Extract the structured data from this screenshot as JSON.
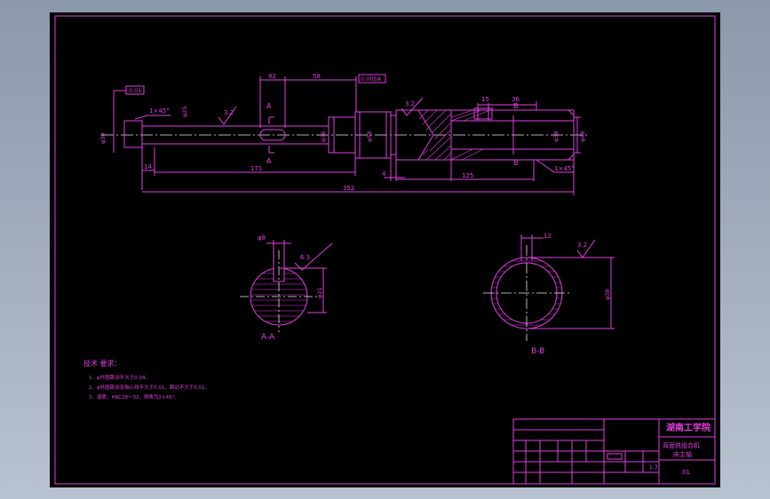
{
  "colors": {
    "background": "#8c98ab",
    "sheet": "#000000",
    "line": "#e040e0",
    "centerline": "#e8e8e8"
  },
  "shaft": {
    "dims": {
      "d_82": "82",
      "d_58": "58",
      "d_15": "15",
      "d_36": "36",
      "d_171": "171",
      "d_14": "14",
      "d_4": "4",
      "d_125": "125",
      "d_352": "352",
      "chamfer_left": "1×45°",
      "chamfer_right": "1×45°",
      "dia_left": "φ30",
      "dia_main": "φ25",
      "dia_36": "φ36",
      "dia_58": "φ58",
      "dia_38": "φ38",
      "dia_48": "φ48"
    },
    "tolerances": {
      "left_frame": "0.01",
      "top_frame": "0.005A"
    },
    "roughness": {
      "r1": "3.2",
      "r2": "3.2"
    },
    "section_marks": {
      "a_top": "A",
      "a_bottom": "A",
      "b_top": "B",
      "b_bottom": "B"
    }
  },
  "section_aa": {
    "label": "A-A",
    "dim_width": "φ8",
    "dim_height": "φ21",
    "roughness": "6.3"
  },
  "section_bb": {
    "label": "B-B",
    "dim_top": "12",
    "dim_height": "φ38",
    "roughness": "3.2"
  },
  "notes": {
    "title": "技术 要求：",
    "items": [
      "1．φ外圆跳动不大于0.04。",
      "2．φ外圆跳动及轴心线不大于0.01，跳动不大于0.01。",
      "3．调质，HRC28～32，倒角为2×45°。"
    ]
  },
  "title_block": {
    "school": "湖南工学院",
    "project": "双面铣组合机",
    "part_name": "床主轴",
    "scale": "1:3",
    "number": "01"
  }
}
